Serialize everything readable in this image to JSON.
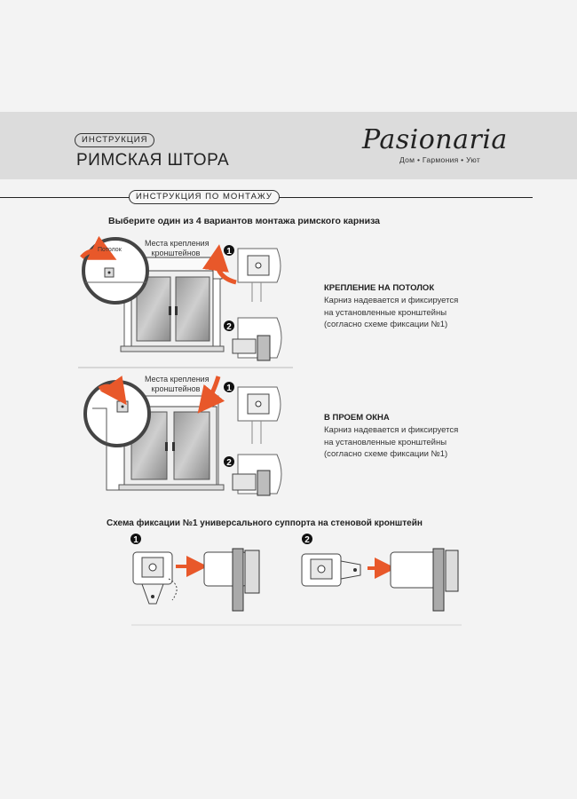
{
  "header": {
    "badge": "ИНСТРУКЦИЯ",
    "title": "РИМСКАЯ ШТОРА",
    "brand": "Pasionaria",
    "tagline": "Дом • Гармония • Уют"
  },
  "section": {
    "badge": "ИНСТРУКЦИЯ ПО МОНТАЖУ",
    "subtitle": "Выберите один из 4 вариантов монтажа римского карниза"
  },
  "variants": [
    {
      "ceiling_label": "Потолок",
      "mount_label_line1": "Места крепления",
      "mount_label_line2": "кронштейнов",
      "title": "КРЕПЛЕНИЕ НА ПОТОЛОК",
      "lines": [
        "Карниз надевается и фиксируется",
        "на установленные кронштейны",
        "(согласно схеме фиксации №1)"
      ]
    },
    {
      "mount_label_line1": "Места крепления",
      "mount_label_line2": "кронштейнов",
      "title": "В ПРОЕМ ОКНА",
      "lines": [
        "Карниз надевается и фиксируется",
        "на установленные кронштейны",
        "(согласно схеме фиксации №1)"
      ]
    }
  ],
  "scheme": {
    "title": "Схема фиксации №1 универсального суппорта на стеновой кронштейн"
  },
  "steps": [
    "1",
    "2"
  ],
  "colors": {
    "accent": "#e8582a",
    "band": "#dcdcdc",
    "background": "#f3f3f3",
    "text": "#222222"
  }
}
